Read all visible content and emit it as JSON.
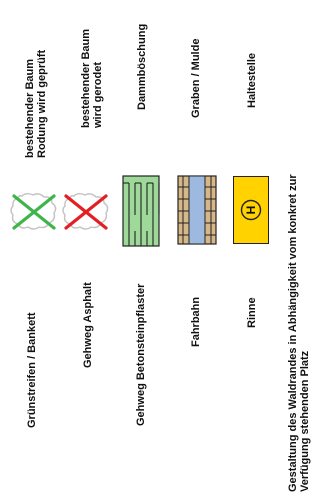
{
  "legend": {
    "bottom_labels": {
      "gruenstreifen": "Grünstreifen / Bankett",
      "gehweg_asphalt": "Gehweg Asphalt",
      "gehweg_beton": "Gehweg Betonsteinpflaster",
      "fahrbahn": "Fahrbahn",
      "rinne": "Rinne"
    },
    "top_labels": {
      "baum_pruefung": [
        "bestehender Baum",
        "Rodung wird geprüft"
      ],
      "baum_gerodet": [
        "bestehender Baum",
        "wird gerodet"
      ],
      "dammboeschung": "Dammböschung",
      "graben": "Graben / Mulde",
      "haltestelle": "Haltestelle"
    },
    "footnote": [
      "Gestaltung des Waldrandes in Abhängigkeit vom konkret zur",
      "Verfügung stehenden Platz"
    ],
    "haltestelle_symbol_text": "H"
  },
  "colors": {
    "tree_outline": "#c2c2c2",
    "cross_green": "#3fb44b",
    "cross_red": "#e31e24",
    "damm_fill": "#9ed99a",
    "fahrbahn_tan": "#d6b788",
    "fahrbahn_blue": "#9db9e0",
    "haltestelle_yellow": "#ffd200"
  }
}
